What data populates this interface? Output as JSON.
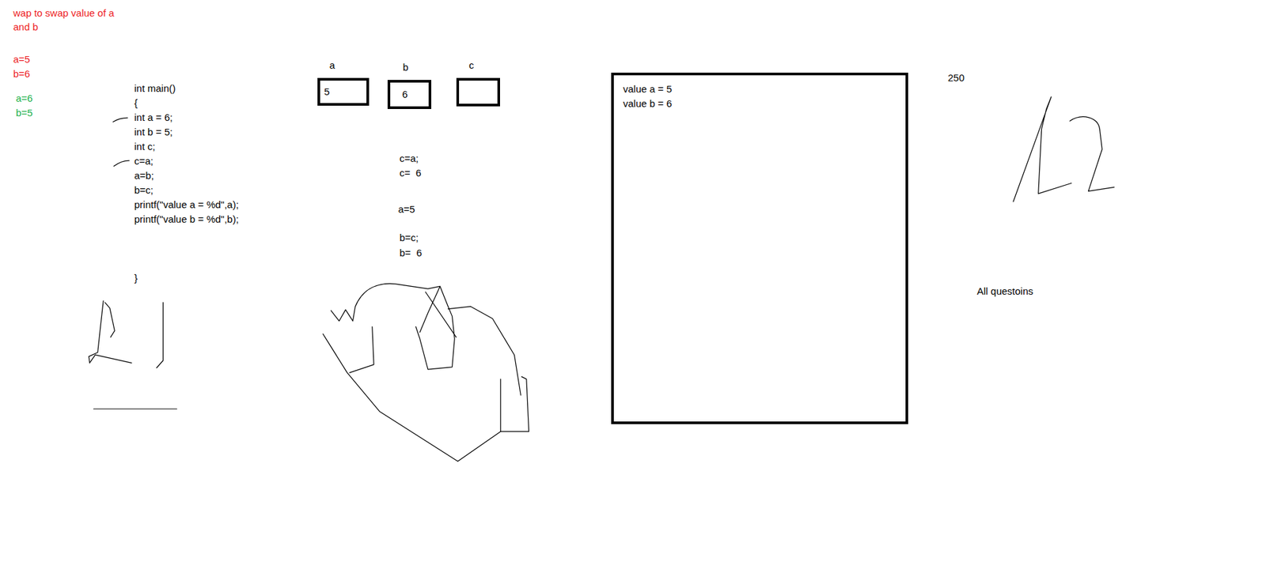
{
  "diagram": {
    "title": "wap to swap value of a and b",
    "nodes": [
      {
        "text": [
          "a",
          "5"
        ]
      },
      {
        "text": [
          "b",
          "6"
        ]
      },
      {
        "text": [
          "c"
        ]
      },
      {
        "text": [
          "value a = 5",
          "value b = 6"
        ]
      }
    ],
    "labels": [
      "a=5",
      "b=6",
      "a=6",
      "b=5",
      "int main()",
      "{",
      "int a = 6;",
      "int b = 5;",
      "int c;",
      "c=a;",
      "a=b;",
      "b=c;",
      "printf(\"value a = %d\",a);",
      "printf(\"value b = %d\",b);",
      "}",
      "c=a;",
      "c=  6",
      "a=5",
      "b=c;",
      "b=  6",
      "250",
      "All questoins"
    ]
  }
}
